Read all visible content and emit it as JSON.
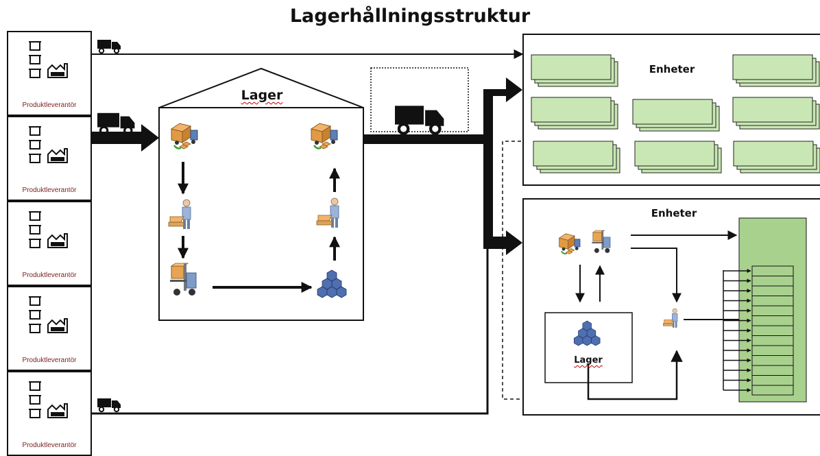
{
  "title": "Lagerhållningsstruktur",
  "supplier_label": "Produktleverantör",
  "suppliers": [
    "Produktleverantör",
    "Produktleverantör",
    "Produktleverantör",
    "Produktleverantör",
    "Produktleverantör"
  ],
  "warehouse": {
    "title": "Lager"
  },
  "units_top": {
    "title": "Enheter"
  },
  "units_bottom": {
    "title": "Enheter",
    "store_label": "Lager"
  },
  "colors": {
    "unit_fill": "#c9e7b4",
    "rack_fill": "#a9d18e",
    "stroke": "#111111",
    "label_red": "#7b1f1f"
  }
}
